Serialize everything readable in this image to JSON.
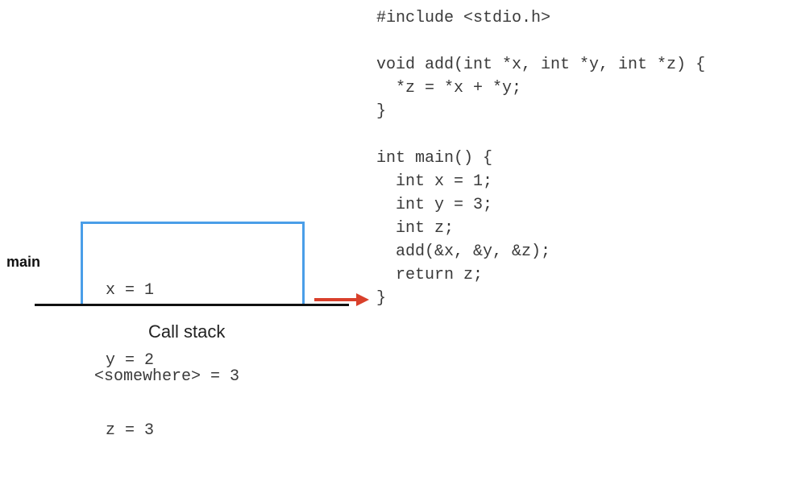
{
  "code": {
    "lines": [
      "#include <stdio.h>",
      "",
      "void add(int *x, int *y, int *z) {",
      "  *z = *x + *y;",
      "}",
      "",
      "int main() {",
      "  int x = 1;",
      "  int y = 3;",
      "  int z;",
      "  add(&x, &y, &z);",
      "  return z;",
      "}"
    ]
  },
  "stack": {
    "frame_label": "main",
    "variables": [
      "x = 1",
      "y = 2",
      "z = 3"
    ],
    "caption": "Call stack",
    "frame_color": "#4a9ee8"
  },
  "return_value": "<somewhere> = 3",
  "pointer": {
    "icon": "right-arrow-icon",
    "color": "#d9402b",
    "points_to_line": 13
  }
}
